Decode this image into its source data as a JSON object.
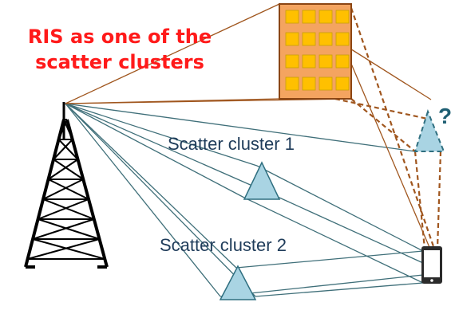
{
  "title": {
    "line1": "RIS as one of the",
    "line2": "scatter clusters"
  },
  "labels": {
    "scatter1": "Scatter cluster 1",
    "scatter2": "Scatter cluster 2",
    "unknown": "?"
  },
  "colors": {
    "title": "#ff1a1a",
    "ris_fill": "#f4a460",
    "ris_border": "#8b4513",
    "ris_cell": "#ffc000",
    "ris_path": "#a0561e",
    "scatter_path": "#3f6f79",
    "scatter_fill": "#a9d4e3"
  },
  "icons": {
    "base_station": "tower-icon",
    "user_device": "smartphone-icon",
    "ris": "ris-panel-icon"
  }
}
